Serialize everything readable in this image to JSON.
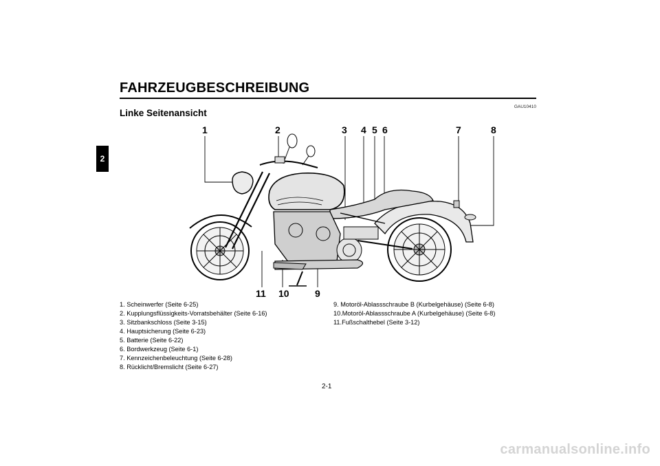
{
  "header": {
    "title": "FAHRZEUGBESCHREIBUNG",
    "chapter_tab": "2",
    "doc_code": "GAU10410"
  },
  "section": {
    "heading": "Linke Seitenansicht"
  },
  "illustration": {
    "callouts_top": [
      "1",
      "2",
      "3",
      "4",
      "5",
      "6",
      "7",
      "8"
    ],
    "callouts_bottom": [
      "11",
      "10",
      "9"
    ]
  },
  "legend": {
    "column_left": [
      "1. Scheinwerfer (Seite 6-25)",
      "2. Kupplungsflüssigkeits-Vorratsbehälter (Seite 6-16)",
      "3. Sitzbankschloss (Seite 3-15)",
      "4. Hauptsicherung (Seite 6-23)",
      "5. Batterie (Seite 6-22)",
      "6. Bordwerkzeug (Seite 6-1)",
      "7. Kennzeichenbeleuchtung (Seite 6-28)",
      "8. Rücklicht/Bremslicht (Seite 6-27)"
    ],
    "column_right": [
      "9. Motoröl-Ablassschraube B (Kurbelgehäuse) (Seite 6-8)",
      "10.Motoröl-Ablassschraube A (Kurbelgehäuse) (Seite 6-8)",
      "11.Fußschalthebel (Seite 3-12)"
    ]
  },
  "footer": {
    "page_number": "2-1",
    "watermark": "carmanualsonline.info"
  }
}
